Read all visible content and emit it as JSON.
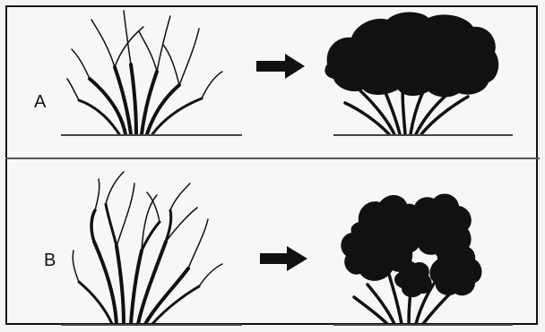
{
  "panels": [
    {
      "label": "A",
      "before": "pruned-shrub",
      "after": "dense-rounded-canopy"
    },
    {
      "label": "B",
      "before": "pruned-shrub",
      "after": "clumpy-canopy"
    }
  ],
  "colors": {
    "ink": "#111111",
    "ground": "#444444",
    "background": "#f7f7f5"
  },
  "icons": {
    "arrow": "arrow-right-icon"
  }
}
